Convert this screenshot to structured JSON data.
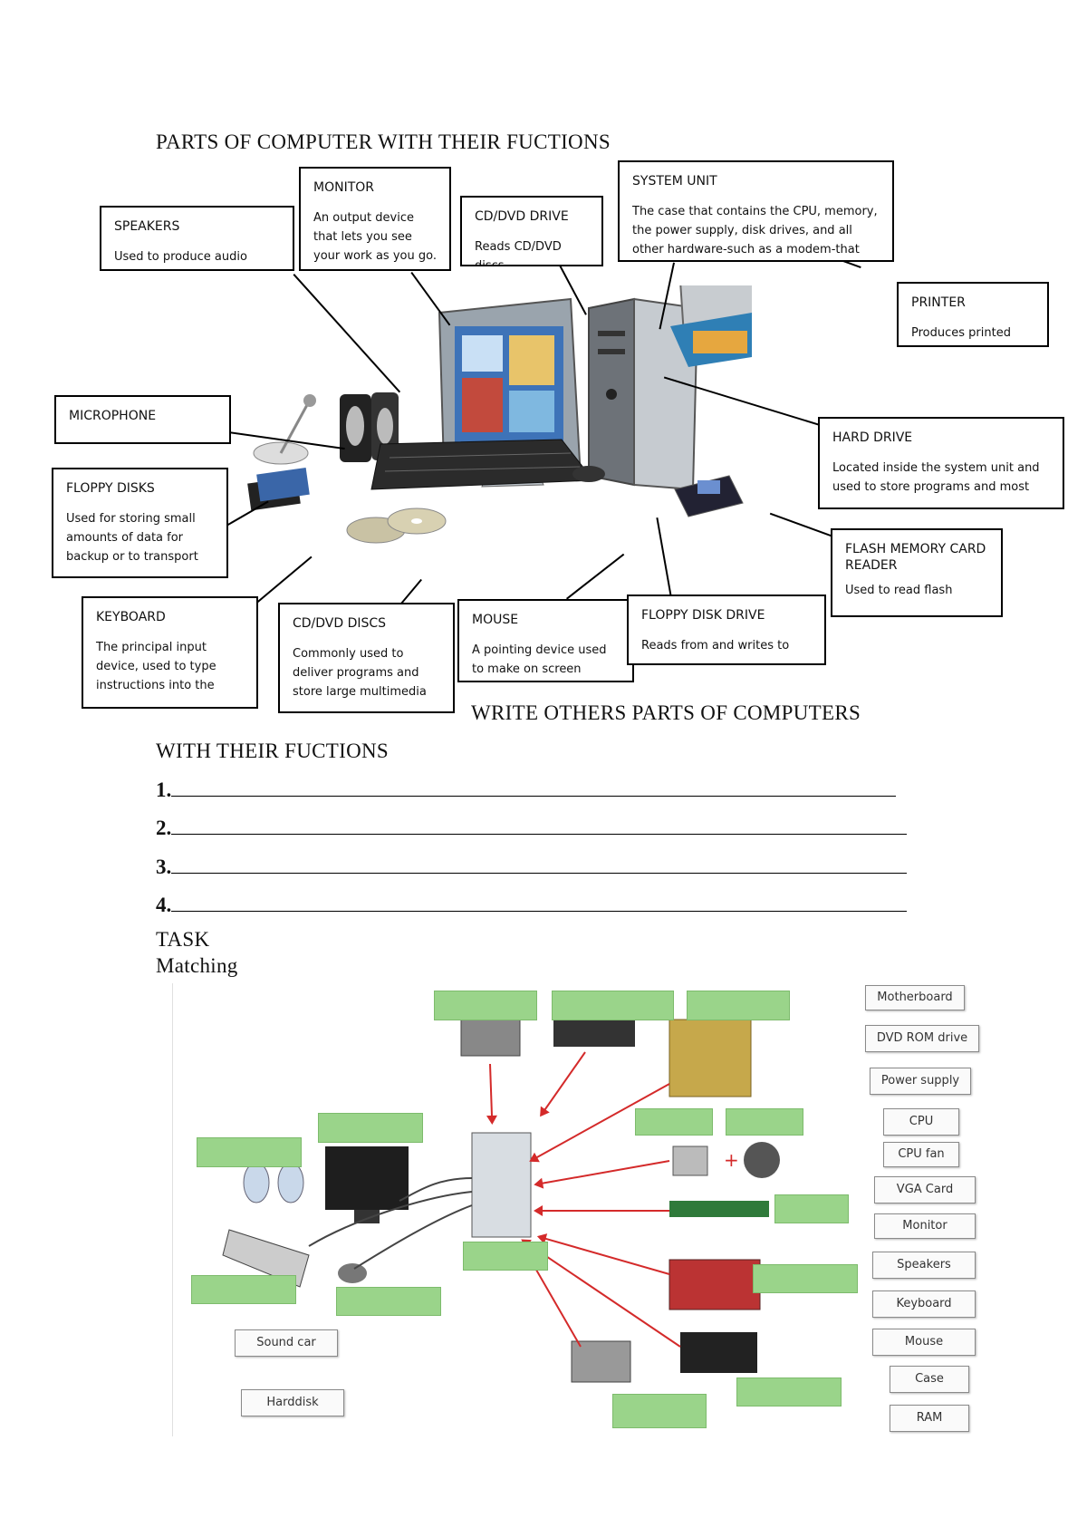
{
  "heading": "PARTS OF COMPUTER WITH THEIR FUCTIONS",
  "boxes": {
    "speakers": {
      "title": "SPEAKERS",
      "desc": "Used to produce audio"
    },
    "monitor": {
      "title": "MONITOR",
      "desc": "An output device that lets you see your work as you go."
    },
    "cddrive": {
      "title": "CD/DVD DRIVE",
      "desc": "Reads CD/DVD discs"
    },
    "systemunit": {
      "title": "SYSTEM UNIT",
      "desc": "The case that contains the CPU, memory, the power supply, disk drives, and all other hardware-such as a modem-that"
    },
    "printer": {
      "title": "PRINTER",
      "desc": "Produces printed"
    },
    "microphone": {
      "title": "MICROPHONE",
      "desc": ""
    },
    "harddrive": {
      "title": "HARD DRIVE",
      "desc": "Located inside the system unit and used to store programs and most"
    },
    "floppydisks": {
      "title": "FLOPPY DISKS",
      "desc": "Used for storing small amounts of data for backup or to transport"
    },
    "flashreader": {
      "title": "FLASH MEMORY CARD READER",
      "desc": "Used to read flash"
    },
    "keyboard": {
      "title": "KEYBOARD",
      "desc": "The principal input device, used to type instructions into the"
    },
    "cddiscs": {
      "title": "CD/DVD DISCS",
      "desc": "Commonly used to deliver programs and store large multimedia"
    },
    "mouse": {
      "title": "MOUSE",
      "desc": "A pointing device used to make on screen"
    },
    "floppydrive": {
      "title": "FLOPPY DISK DRIVE",
      "desc": "Reads from and writes to"
    }
  },
  "write_heading_1": "WRITE OTHERS PARTS OF COMPUTERS",
  "write_heading_2": "WITH THEIR FUCTIONS",
  "write_lines": [
    "1.",
    "2.",
    "3.",
    "4."
  ],
  "task_heading": "TASK",
  "task_subheading": "Matching",
  "options": [
    "Motherboard",
    "DVD ROM drive",
    "Power supply",
    "CPU",
    "CPU fan",
    "VGA Card",
    "Monitor",
    "Speakers",
    "Keyboard",
    "Mouse",
    "Case",
    "RAM"
  ],
  "left_options": [
    "Sound car",
    "Harddisk"
  ],
  "colors": {
    "answer_box": "#9ad48a",
    "arrow": "#d42a2a"
  }
}
